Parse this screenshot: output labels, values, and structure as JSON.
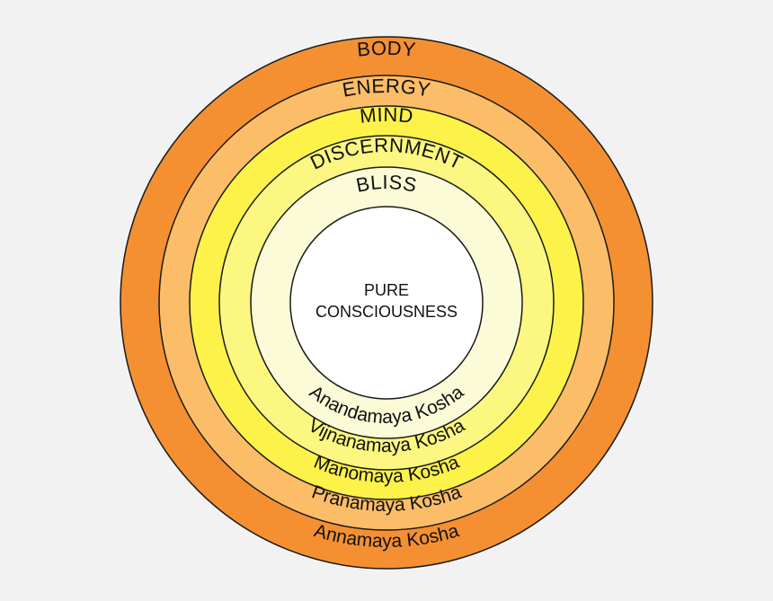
{
  "layers": [
    {
      "top_label": "BODY",
      "bottom_label": "Annamaya Kosha",
      "color": "#f49032"
    },
    {
      "top_label": "ENERGY",
      "bottom_label": "Pranamaya Kosha",
      "color": "#fbbd67"
    },
    {
      "top_label": "MIND",
      "bottom_label": "Manomaya Kosha",
      "color": "#fcf24a"
    },
    {
      "top_label": "DISCERNMENT",
      "bottom_label": "Vijnanamaya Kosha",
      "color": "#fbf780"
    },
    {
      "top_label": "BLISS",
      "bottom_label": "Anandamaya Kosha",
      "color": "#fbfbd8"
    }
  ],
  "center": {
    "line1": "PURE",
    "line2": "CONSCIOUSNESS",
    "color": "#ffffff"
  }
}
